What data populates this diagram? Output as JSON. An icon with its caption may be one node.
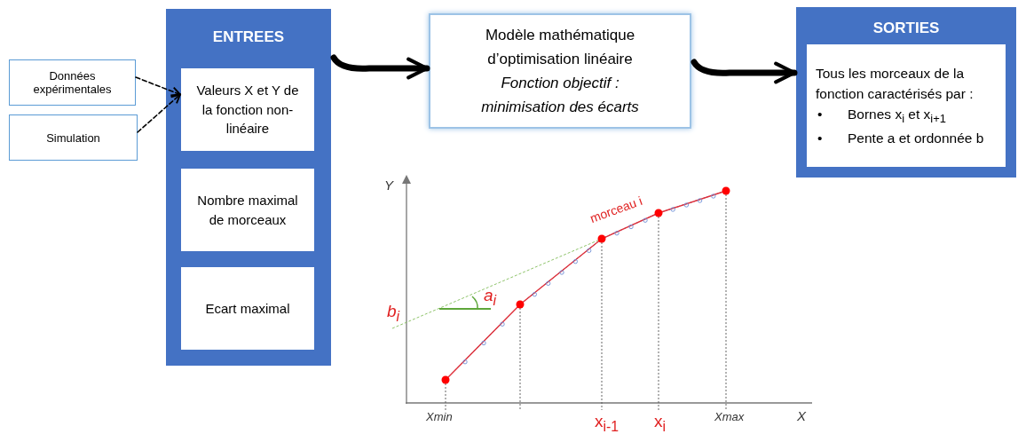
{
  "diagram": {
    "nodes": [
      {
        "text": [
          "Données expérimentales"
        ]
      },
      {
        "text": [
          "Simulation"
        ]
      },
      {
        "text": [
          "ENTREES"
        ]
      },
      {
        "text": [
          "Valeurs X et Y de la fonction non-linéaire"
        ],
        "in": 2
      },
      {
        "text": [
          "Nombre maximal de morceaux"
        ],
        "in": 2
      },
      {
        "text": [
          "Ecart maximal"
        ],
        "in": 2
      },
      {
        "text": [
          "Modèle mathématique d’optimisation linéaire",
          "Fonction objectif : minimisation des écarts"
        ]
      },
      {
        "text": [
          "SORTIES"
        ]
      },
      {
        "text": [
          "Tous les morceaux de la fonction caractérisés par :",
          "•",
          "Bornes x$_{i}$ et x$_{i+1}$",
          "•",
          "Pente a et ordonnée b"
        ],
        "in": 7
      }
    ],
    "edges": [
      {
        "from": 0,
        "to": 3,
        "arrow": "to",
        "style": "dashed"
      },
      {
        "from": 1,
        "to": 3,
        "arrow": "to",
        "style": "dashed"
      },
      {
        "from": 2,
        "to": 6,
        "arrow": "to",
        "style": "thick"
      },
      {
        "from": 6,
        "to": 7,
        "arrow": "to",
        "style": "thick"
      }
    ],
    "labels": [
      "Y",
      "morceau i",
      "a$_{i}$",
      "b$_{i}$",
      "Xmin",
      "x$_{i-1}$",
      "x$_{i}$",
      "Xmax",
      "X"
    ]
  }
}
